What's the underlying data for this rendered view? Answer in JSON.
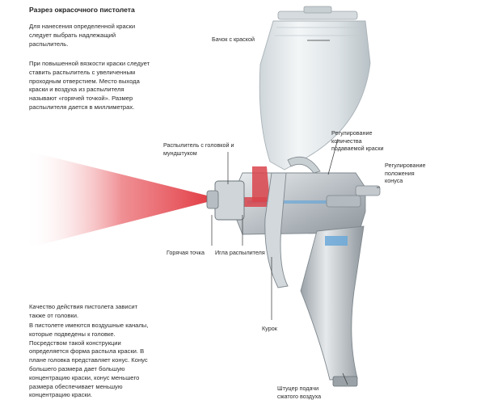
{
  "title": "Разрез окрасочного пистолета",
  "intro": {
    "paragraph1": "Для нанесения определенной краски\nследует выбрать надлежащий\nраспылитель.",
    "paragraph2": "При повышенной вязкости краски следует\nставить распылитель с увеличенным\nпроходным отверстием. Место выхода\nкраски и воздуха из распылителя\nназывают «горячей точкой». Размер\nраспылителя дается в миллиметрах."
  },
  "bottom_text": {
    "paragraph1": "Качество действия пистолета зависит\nтакже от головки.",
    "paragraph2": "В пистолете имеются воздушные каналы,\nкоторые подведены к головке.\nПосредством такой конструкции\nопределяется форма распыла краски. В\nплане головка представляет конус. Конус\nбольшего размера дает большую\nконцентрацию краски, конус меньшего\nразмера обеспечивает меньшую\nконцентрацию краски."
  },
  "labels": {
    "cup": "Бачок с краской",
    "nozzle": "Распылитель с головкой и\nмундштуком",
    "paint_flow": "Регулирование\nколичества\nподаваемой краски",
    "spray_pattern": "Регулирование\nположения\nконуса",
    "hot_spot": "Горячая точка",
    "needle": "Игла распылителя",
    "trigger": "Курок",
    "air_inlet": "Штуцер подачи\nсжатого воздуха"
  },
  "colors": {
    "spray": "#e0323a",
    "metal": "#c8ccd0",
    "cup": "#e4e8ea",
    "air_channel": "#6aa8d8",
    "leader_line": "#333333"
  }
}
